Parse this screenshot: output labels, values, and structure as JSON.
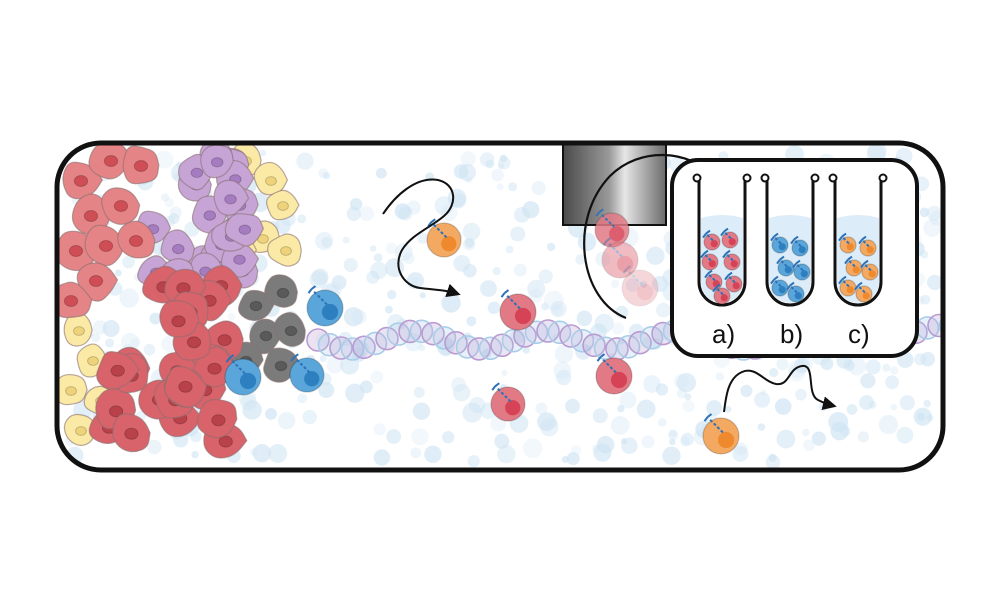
{
  "diagram": {
    "colors": {
      "outline": "#111111",
      "background_dots": "#cfe4f3",
      "fiber": "#b99ad1",
      "fiber_alt": "#a9cde8",
      "red_cell": "#e17a85",
      "red_nucleus": "#d64356",
      "blue_cell": "#5aa6da",
      "blue_nucleus": "#2d7fc0",
      "orange_cell": "#f4a962",
      "orange_nucleus": "#ee8a2d",
      "tumor_red": "#d8636b",
      "purple_cell": "#c6a5d6",
      "yellow_cell": "#fbe9a6",
      "gray_cell": "#7b7b7b",
      "liquid": "#dcedf9"
    },
    "inset": {
      "tubes": [
        {
          "label": "a)",
          "cell_color": "red"
        },
        {
          "label": "b)",
          "cell_color": "blue"
        },
        {
          "label": "c)",
          "cell_color": "orange"
        }
      ]
    },
    "icons": [
      "antibody-icon",
      "arrow-icon"
    ]
  }
}
